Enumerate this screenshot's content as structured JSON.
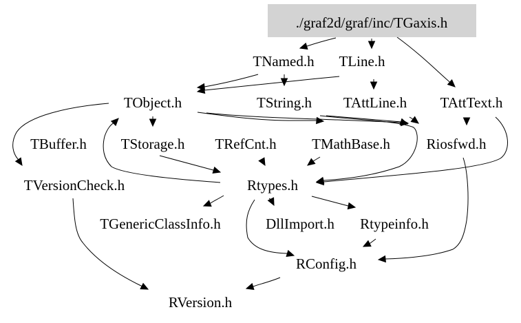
{
  "diagram": {
    "type": "include-dependency-graph",
    "root": "./graf2d/graf/inc/TGaxis.h",
    "root_fill": "#d3d3d3",
    "nodes": [
      {
        "id": "tgaxis",
        "label": "./graf2d/graf/inc/TGaxis.h",
        "highlighted": true
      },
      {
        "id": "tnamed",
        "label": "TNamed.h"
      },
      {
        "id": "tline",
        "label": "TLine.h"
      },
      {
        "id": "tobject",
        "label": "TObject.h"
      },
      {
        "id": "tstring",
        "label": "TString.h"
      },
      {
        "id": "tattline",
        "label": "TAttLine.h"
      },
      {
        "id": "tatttext",
        "label": "TAttText.h"
      },
      {
        "id": "tbuffer",
        "label": "TBuffer.h"
      },
      {
        "id": "tstorage",
        "label": "TStorage.h"
      },
      {
        "id": "trefcnt",
        "label": "TRefCnt.h"
      },
      {
        "id": "tmathbase",
        "label": "TMathBase.h"
      },
      {
        "id": "riosfwd",
        "label": "Riosfwd.h"
      },
      {
        "id": "tversioncheck",
        "label": "TVersionCheck.h"
      },
      {
        "id": "rtypes",
        "label": "Rtypes.h"
      },
      {
        "id": "tgenericclassinfo",
        "label": "TGenericClassInfo.h"
      },
      {
        "id": "dllimport",
        "label": "DllImport.h"
      },
      {
        "id": "rtypeinfo",
        "label": "Rtypeinfo.h"
      },
      {
        "id": "rconfig",
        "label": "RConfig.h"
      },
      {
        "id": "rversion",
        "label": "RVersion.h"
      }
    ],
    "edges": [
      {
        "from": "tgaxis",
        "to": "tnamed"
      },
      {
        "from": "tgaxis",
        "to": "tline"
      },
      {
        "from": "tgaxis",
        "to": "tatttext"
      },
      {
        "from": "tnamed",
        "to": "tobject"
      },
      {
        "from": "tnamed",
        "to": "tstring"
      },
      {
        "from": "tline",
        "to": "tobject"
      },
      {
        "from": "tline",
        "to": "tattline"
      },
      {
        "from": "tobject",
        "to": "tversioncheck"
      },
      {
        "from": "tobject",
        "to": "tstorage"
      },
      {
        "from": "tobject",
        "to": "tmathbase"
      },
      {
        "from": "tobject",
        "to": "riosfwd"
      },
      {
        "from": "tstring",
        "to": "riosfwd"
      },
      {
        "from": "tstring",
        "to": "rtypes"
      },
      {
        "from": "tattline",
        "to": "riosfwd"
      },
      {
        "from": "tatttext",
        "to": "riosfwd"
      },
      {
        "from": "tatttext",
        "to": "rtypes"
      },
      {
        "from": "tstorage",
        "to": "rtypes"
      },
      {
        "from": "trefcnt",
        "to": "rtypes"
      },
      {
        "from": "tmathbase",
        "to": "rtypes"
      },
      {
        "from": "rtypes",
        "to": "tobject"
      },
      {
        "from": "riosfwd",
        "to": "rconfig"
      },
      {
        "from": "tversioncheck",
        "to": "rversion"
      },
      {
        "from": "rtypes",
        "to": "tgenericclassinfo"
      },
      {
        "from": "rtypes",
        "to": "dllimport"
      },
      {
        "from": "rtypes",
        "to": "rtypeinfo"
      },
      {
        "from": "rtypes",
        "to": "rconfig"
      },
      {
        "from": "rtypeinfo",
        "to": "rconfig"
      },
      {
        "from": "rconfig",
        "to": "rversion"
      }
    ]
  }
}
